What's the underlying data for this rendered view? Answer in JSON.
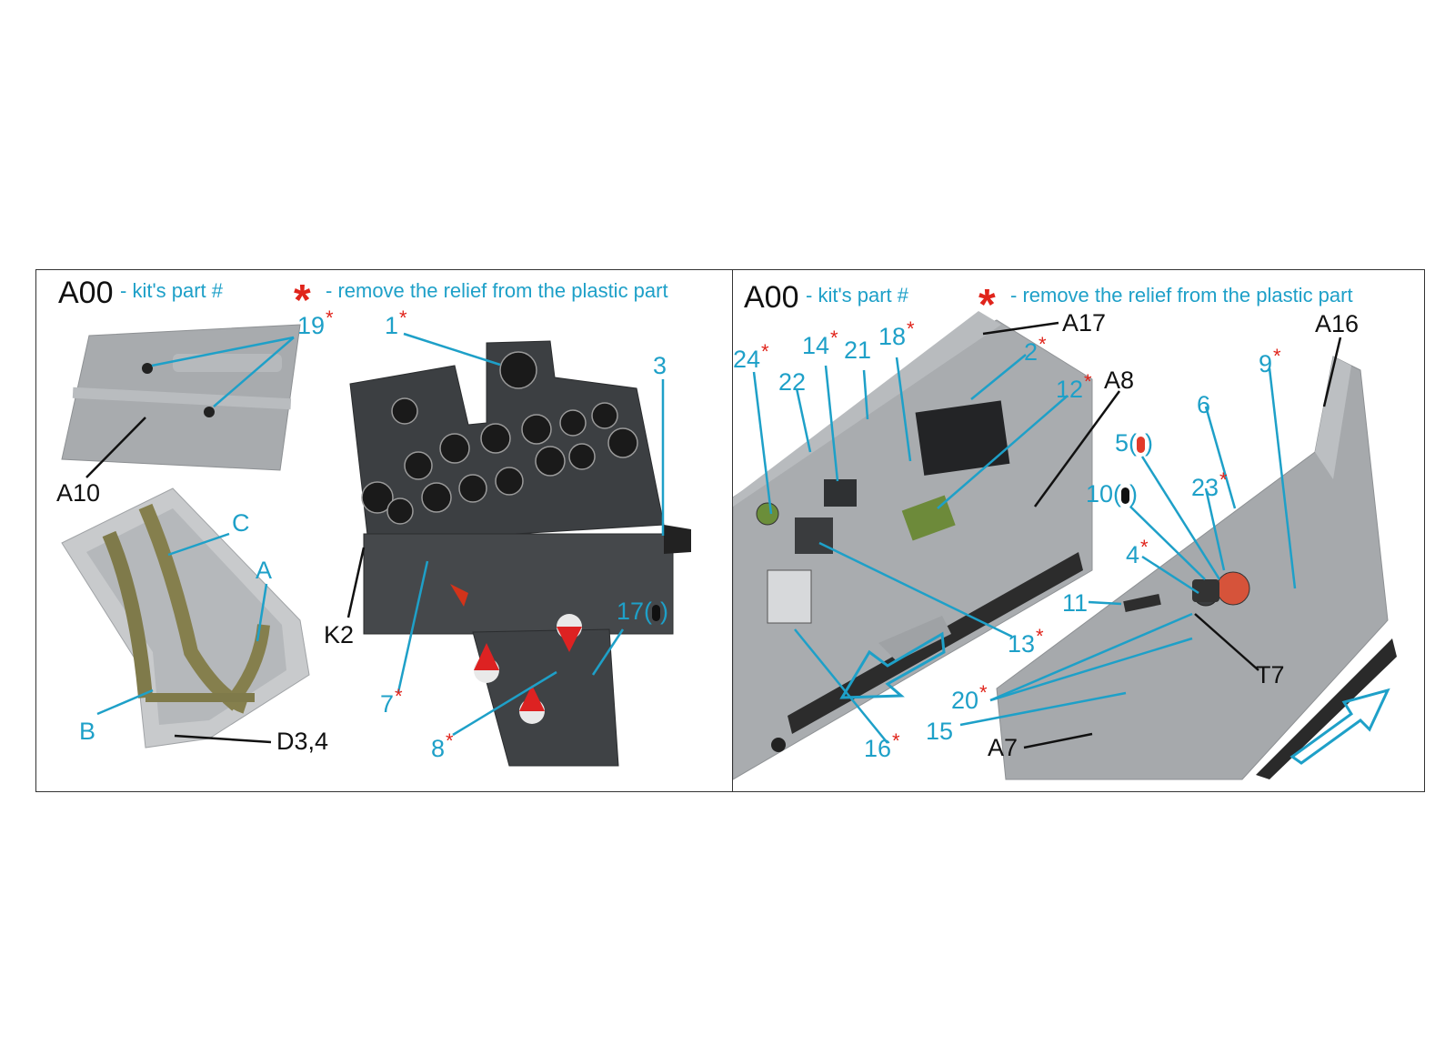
{
  "legend": {
    "code": "A00",
    "code_text": "- kit's part #",
    "star": "*",
    "star_text": "- remove the relief from the plastic part"
  },
  "left_labels": {
    "l19": "19",
    "l1": "1",
    "l3": "3",
    "A10": "A10",
    "C": "C",
    "A": "A",
    "K2": "K2",
    "B": "B",
    "D34": "D3,4",
    "l7": "7",
    "l8": "8",
    "l17": "17(",
    "l17close": ")"
  },
  "right_labels": {
    "A17": "A17",
    "A16": "A16",
    "l24": "24",
    "l22": "22",
    "l14": "14",
    "l21": "21",
    "l18": "18",
    "l2": "2",
    "A8": "A8",
    "l12": "12",
    "l9": "9",
    "l6": "6",
    "l5": "5(",
    "l5close": ")",
    "l10": "10(",
    "l10close": ")",
    "l23": "23",
    "l4": "4",
    "l11": "11",
    "l13": "13",
    "T7": "T7",
    "l20": "20",
    "l15": "15",
    "A7": "A7",
    "l16": "16"
  },
  "colors": {
    "label_blue": "#1ea0c8",
    "star_red": "#e0241b",
    "part_gray": "#a9acaf",
    "panel_dark": "#3c3f42"
  }
}
